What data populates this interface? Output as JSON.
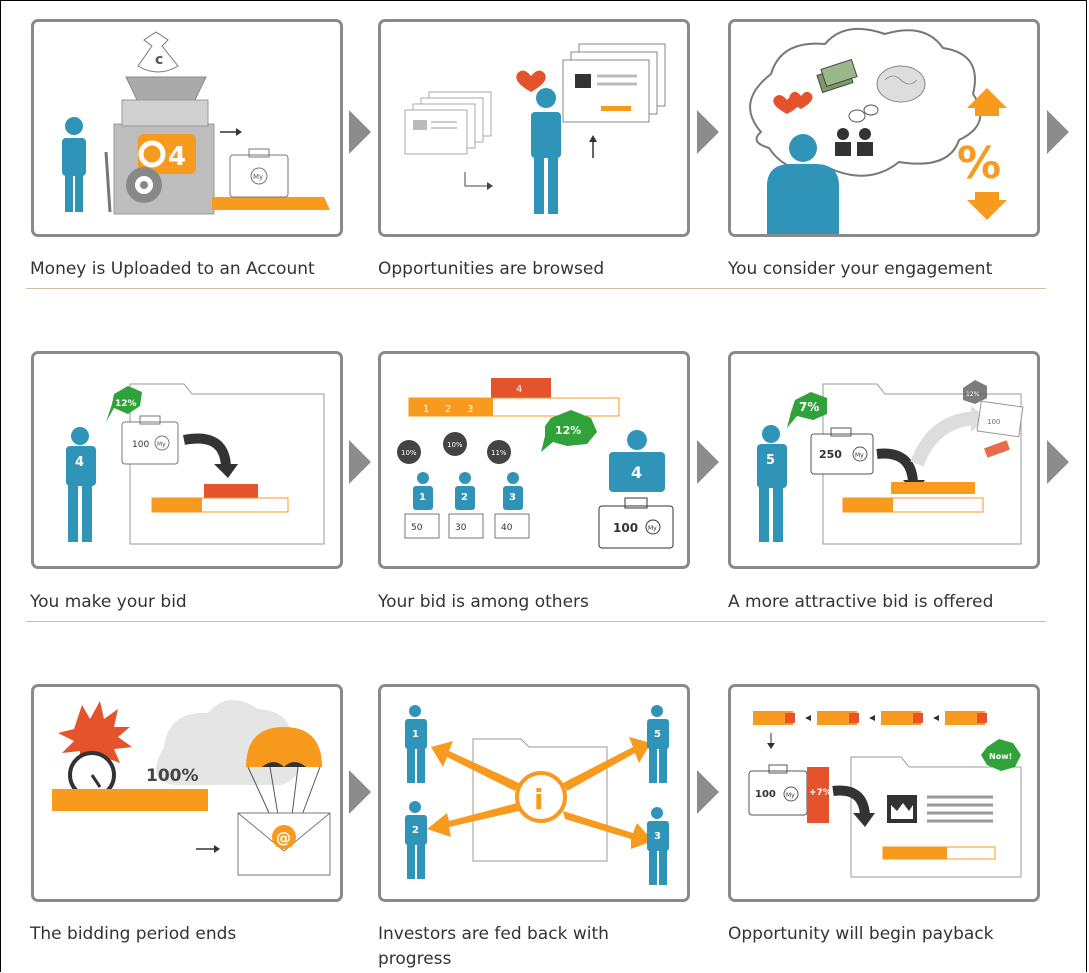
{
  "steps": [
    {
      "caption": "Money is Uploaded to an Account",
      "icon": "money-upload-illustration",
      "labels": {
        "bag": "c",
        "tag": "My"
      }
    },
    {
      "caption": "Opportunities are browsed",
      "icon": "browse-opportunities-illustration"
    },
    {
      "caption": "You consider your engagement",
      "icon": "consider-engagement-illustration",
      "labels": {
        "percent": "%"
      }
    },
    {
      "caption": "You make your bid",
      "icon": "make-bid-illustration",
      "labels": {
        "person": "4",
        "badge": "12%",
        "case": "100",
        "unit": "My"
      }
    },
    {
      "caption": "Your bid is among others",
      "icon": "bid-among-others-illustration",
      "labels": {
        "badge": "12%",
        "person": "4",
        "case": "100",
        "unit": "My",
        "top_bar": "4",
        "bars": [
          "1",
          "2",
          "3"
        ],
        "others": [
          "1",
          "2",
          "3"
        ],
        "amounts": [
          "50",
          "30",
          "40"
        ],
        "others_badges": [
          "10%",
          "10%",
          "11%"
        ]
      }
    },
    {
      "caption": "A more attractive bid is offered",
      "icon": "attractive-bid-illustration",
      "labels": {
        "person": "5",
        "badge": "7%",
        "case": "250",
        "unit": "My",
        "ghost_case": "100",
        "ghost_badge": "12%"
      }
    },
    {
      "caption": "The bidding period ends",
      "icon": "bidding-ends-illustration",
      "labels": {
        "percent": "100%",
        "at": "@"
      }
    },
    {
      "caption": "Investors are fed back with progress",
      "caption_line2": "progress",
      "icon": "investor-feedback-illustration",
      "labels": {
        "info": "i",
        "investors": [
          "1",
          "2",
          "3",
          "5"
        ]
      }
    },
    {
      "caption": "Opportunity will begin payback",
      "icon": "payback-illustration",
      "labels": {
        "case": "100",
        "unit": "My",
        "badge": "Now!",
        "tag": "+7%"
      }
    }
  ],
  "colors": {
    "blue": "#2f94b8",
    "orange": "#f79a1e",
    "red": "#e4532c",
    "green": "#2fa23a",
    "gray": "#8a8a8a",
    "rule": "#c8bfa8"
  }
}
